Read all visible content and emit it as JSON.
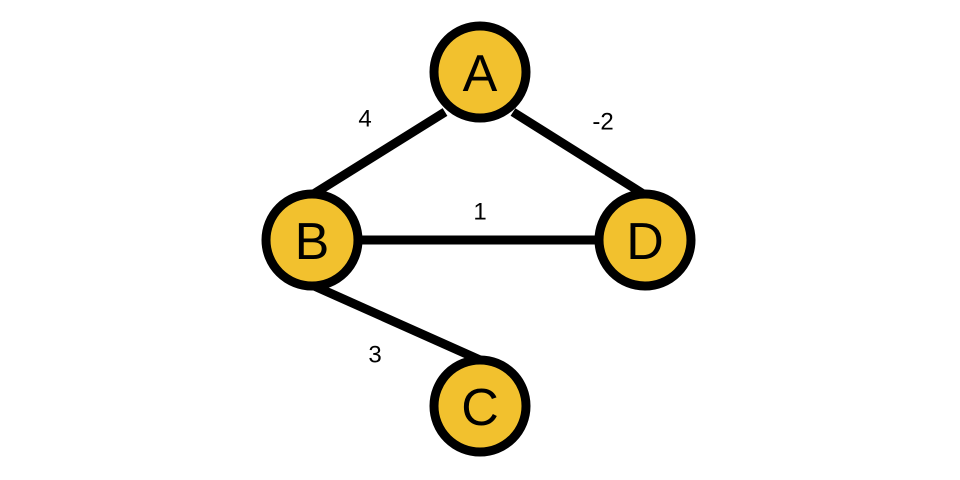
{
  "colors": {
    "node_fill": "#F2C12E",
    "stroke": "#000000",
    "background": "#FFFFFF"
  },
  "graph": {
    "nodes": [
      {
        "id": "A",
        "label": "A"
      },
      {
        "id": "B",
        "label": "B"
      },
      {
        "id": "C",
        "label": "C"
      },
      {
        "id": "D",
        "label": "D"
      }
    ],
    "edges": [
      {
        "from": "A",
        "to": "B",
        "weight": "4"
      },
      {
        "from": "A",
        "to": "D",
        "weight": "-2"
      },
      {
        "from": "B",
        "to": "D",
        "weight": "1"
      },
      {
        "from": "B",
        "to": "C",
        "weight": "3"
      }
    ]
  }
}
